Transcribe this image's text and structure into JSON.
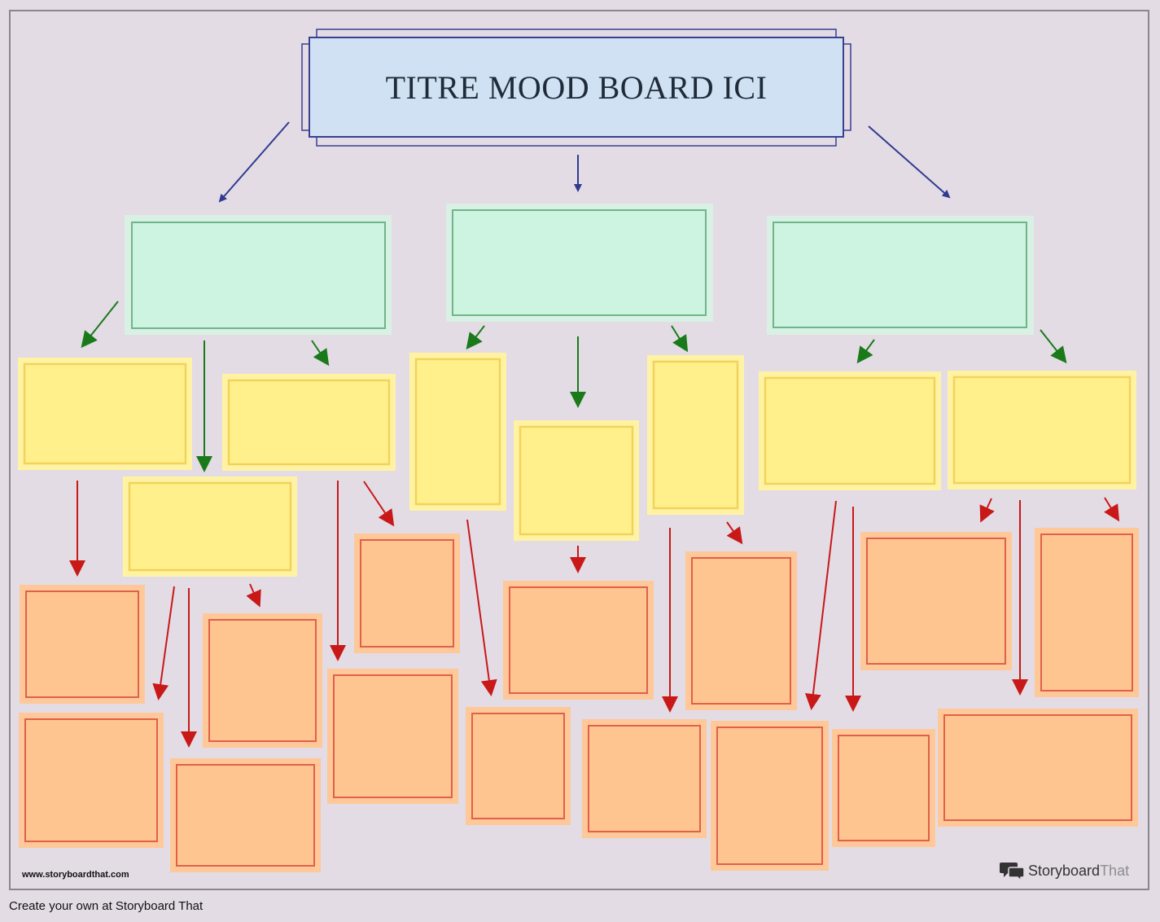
{
  "title": "TITRE MOOD BOARD ICI",
  "watermark": {
    "url": "www.storyboardthat.com",
    "brand_part1": "Storyboard",
    "brand_part2": "That",
    "logo_icon": "speech-bubbles-icon"
  },
  "footer": "Create your own at Storyboard That",
  "colors": {
    "background": "#e3dce5",
    "title_fill": "#cfe1f2",
    "title_border": "#3a3f8f",
    "level1_fill": "#cdf4e0",
    "level1_border": "#6fb58a",
    "level2_fill": "#fff08c",
    "level2_border": "#f1d35b",
    "level3_fill": "#ffc590",
    "level3_border": "#e0604a",
    "arrow_blue": "#2f3a91",
    "arrow_green": "#1a7a1a",
    "arrow_red": "#c81818"
  }
}
